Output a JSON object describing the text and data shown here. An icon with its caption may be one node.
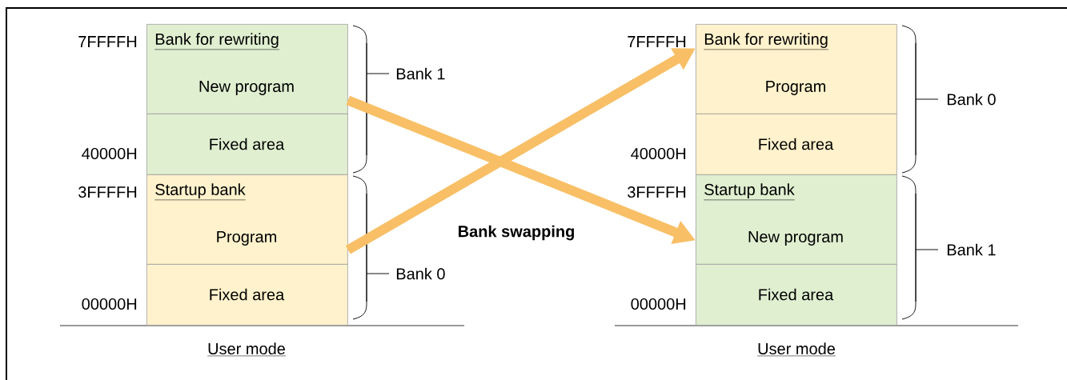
{
  "diagram": {
    "nodes": [
      {
        "text": [
          "Bank for rewriting",
          "New program"
        ]
      },
      {
        "text": [
          "Fixed area"
        ]
      },
      {
        "text": [
          "Startup bank",
          "Program"
        ]
      },
      {
        "text": [
          "Fixed area"
        ]
      },
      {
        "text": [
          "Bank for rewriting",
          "Program"
        ]
      },
      {
        "text": [
          "Fixed area"
        ]
      },
      {
        "text": [
          "Startup bank",
          "New program"
        ]
      },
      {
        "text": [
          "Fixed area"
        ]
      }
    ],
    "edges": [
      {
        "from": 0,
        "to": 6,
        "arrow": "to"
      },
      {
        "from": 2,
        "to": 4,
        "arrow": "to"
      }
    ],
    "labels": [
      "7FFFFH",
      "7FFFFH",
      "Bank 1",
      "Bank 0",
      "40000H",
      "40000H",
      "3FFFFH",
      "3FFFFH",
      "Bank swapping",
      "Bank 1",
      "Bank 0",
      "00000H",
      "00000H",
      "User mode",
      "User mode"
    ]
  }
}
